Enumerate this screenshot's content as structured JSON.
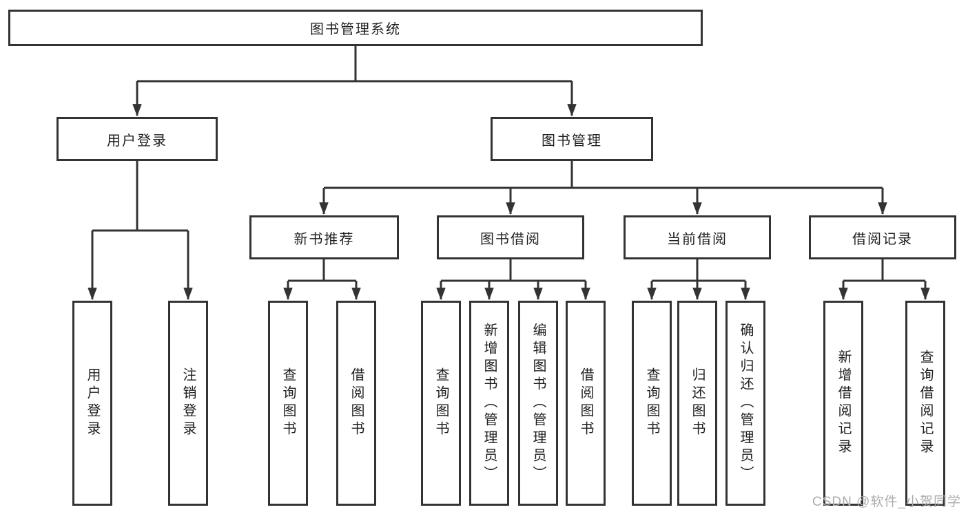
{
  "diagram": {
    "root": {
      "label": "图书管理系统"
    },
    "branches": [
      {
        "label": "用户登录",
        "children": [
          {
            "label": "用户登录"
          },
          {
            "label": "注销登录"
          }
        ]
      },
      {
        "label": "图书管理",
        "sections": [
          {
            "label": "新书推荐",
            "children": [
              {
                "label": "查询图书"
              },
              {
                "label": "借阅图书"
              }
            ]
          },
          {
            "label": "图书借阅",
            "children": [
              {
                "label": "查询图书"
              },
              {
                "label": "新增图书（管理员）"
              },
              {
                "label": "编辑图书（管理员）"
              },
              {
                "label": "借阅图书"
              }
            ]
          },
          {
            "label": "当前借阅",
            "children": [
              {
                "label": "查询图书"
              },
              {
                "label": "归还图书"
              },
              {
                "label": "确认归还（管理员）"
              }
            ]
          },
          {
            "label": "借阅记录",
            "children": [
              {
                "label": "新增借阅记录"
              },
              {
                "label": "查询借阅记录"
              }
            ]
          }
        ]
      }
    ]
  },
  "watermark": {
    "text": "CSDN @软件_小贺同学"
  },
  "colors": {
    "line": "#333333",
    "box_border": "#333333",
    "text": "#1f1f1f",
    "watermark": "#ababab",
    "background": "#ffffff"
  }
}
